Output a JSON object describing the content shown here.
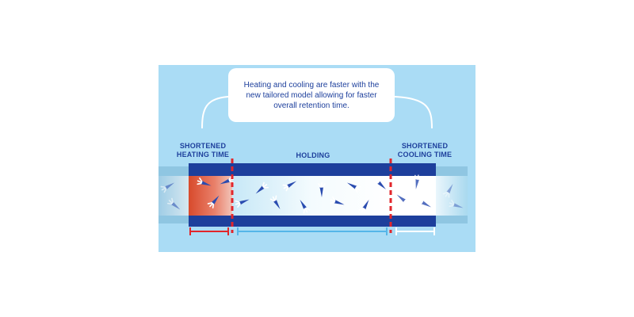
{
  "callout": {
    "line1": "Heating and cooling are faster with the",
    "line2": "new tailored model allowing for faster",
    "line3": "overall retention time."
  },
  "labels": {
    "heating_line1": "SHORTENED",
    "heating_line2": "HEATING TIME",
    "holding": "HOLDING",
    "cooling_line1": "SHORTENED",
    "cooling_line2": "COOLING TIME"
  },
  "colors": {
    "background": "#aadcf5",
    "pipe_band": "#1d3f9c",
    "heating": "#e0573a",
    "cooling_marker": "#ffffff",
    "holding_marker": "#55b6e8",
    "divider": "#e2262b",
    "text": "#1d3f9c"
  },
  "icons": [
    "carrot-icon"
  ]
}
